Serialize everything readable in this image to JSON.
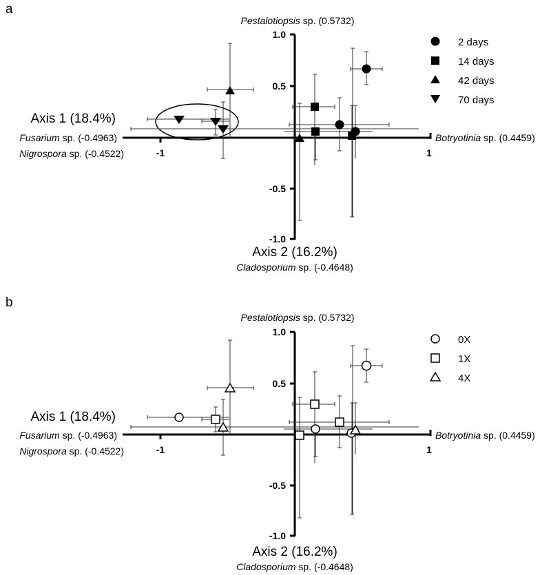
{
  "chart_data": [
    {
      "panel": "a",
      "type": "scatter",
      "title": "",
      "xlabel": "Axis 1 (18.4%)",
      "ylabel": "Axis 2 (16.2%)",
      "xlim": [
        -1,
        1
      ],
      "ylim": [
        -1,
        1
      ],
      "x_ticks": [
        "-1",
        "1"
      ],
      "y_ticks": [
        "1.0",
        "0.5",
        "-0.5",
        "-1.0"
      ],
      "grid": false,
      "legend_position": "top-right",
      "axis_annotations": {
        "top": "Pestalotiopsis sp. (0.5732)",
        "bottom": "Cladosporium sp. (-0.4648)",
        "left_1": "Fusarium sp. (-0.4963)",
        "left_2": "Nigrospora sp. (-0.4522)",
        "right": "Botryotinia sp. (0.4459)"
      },
      "annotations": [
        "ellipse grouping 70 days points"
      ],
      "series": [
        {
          "name": "2 days",
          "marker": "filled-circle",
          "points": [
            {
              "x": 0.33,
              "y": 0.12,
              "xerr": [
                0.37,
                0.37
              ],
              "yerr": [
                0.26,
                0.26
              ]
            },
            {
              "x": 0.45,
              "y": 0.06,
              "xerr": [
                0.16,
                0.16
              ],
              "yerr": [
                0.26,
                0.26
              ]
            },
            {
              "x": 0.53,
              "y": 0.67,
              "xerr": [
                0.18,
                0.18
              ],
              "yerr": [
                0.15,
                0.15
              ]
            }
          ]
        },
        {
          "name": "14 days",
          "marker": "filled-square",
          "points": [
            {
              "x": 0.15,
              "y": 0.3,
              "xerr": [
                0.17,
                0.15
              ],
              "yerr": [
                0.32,
                0.32
              ]
            },
            {
              "x": 0.15,
              "y": 0.06,
              "xerr": [
                0.43,
                0.43
              ],
              "yerr": [
                0.25,
                0.25
              ]
            },
            {
              "x": 0.42,
              "y": 0.02,
              "xerr": [
                0.13,
                0.13
              ],
              "yerr": [
                0.8,
                0.85
              ]
            }
          ]
        },
        {
          "name": "42 days",
          "marker": "filled-triangle-up",
          "points": [
            {
              "x": -0.48,
              "y": 0.45,
              "xerr": [
                0.17,
                0.17
              ],
              "yerr": [
                0.45,
                0.45
              ]
            },
            {
              "x": 0.04,
              "y": 0.0,
              "xerr": [
                0.0,
                0.0
              ],
              "yerr": [
                0.37,
                0.37
              ]
            }
          ]
        },
        {
          "name": "70 days",
          "marker": "filled-triangle-down",
          "points": [
            {
              "x": -0.86,
              "y": 0.18,
              "xerr": [
                0.24,
                0.24
              ],
              "yerr": [
                0.0,
                0.0
              ]
            },
            {
              "x": -0.59,
              "y": 0.16,
              "xerr": [
                0.1,
                0.1
              ],
              "yerr": [
                0.12,
                0.12
              ]
            },
            {
              "x": -0.53,
              "y": 0.09,
              "xerr": [
                1.2,
                1.2
              ],
              "yerr": [
                0.26,
                0.26
              ]
            }
          ]
        }
      ]
    },
    {
      "panel": "b",
      "type": "scatter",
      "title": "",
      "xlabel": "Axis 1 (18.4%)",
      "ylabel": "Axis 2 (16.2%)",
      "xlim": [
        -1,
        1
      ],
      "ylim": [
        -1,
        1
      ],
      "x_ticks": [
        "-1",
        "1"
      ],
      "y_ticks": [
        "1.0",
        "0.5",
        "-0.5",
        "-1.0"
      ],
      "grid": false,
      "legend_position": "top-right",
      "axis_annotations": {
        "top": "Pestalotiopsis sp. (0.5732)",
        "bottom": "Cladosporium sp. (-0.4648)",
        "left_1": "Fusarium sp. (-0.4963)",
        "left_2": "Nigrospora sp. (-0.4522)",
        "right": "Botryotinia sp. (0.4459)"
      },
      "series": [
        {
          "name": "0X",
          "marker": "open-circle",
          "points": [
            {
              "x": -0.86,
              "y": 0.18,
              "xerr": [
                0.24,
                0.24
              ],
              "yerr": [
                0.0,
                0.0
              ]
            },
            {
              "x": 0.15,
              "y": 0.06,
              "xerr": [
                0.43,
                0.43
              ],
              "yerr": [
                0.25,
                0.25
              ]
            },
            {
              "x": 0.42,
              "y": 0.02,
              "xerr": [
                0.13,
                0.13
              ],
              "yerr": [
                0.8,
                0.85
              ]
            },
            {
              "x": 0.53,
              "y": 0.67,
              "xerr": [
                0.18,
                0.18
              ],
              "yerr": [
                0.15,
                0.15
              ]
            }
          ]
        },
        {
          "name": "1X",
          "marker": "open-square",
          "points": [
            {
              "x": -0.59,
              "y": 0.16,
              "xerr": [
                0.1,
                0.1
              ],
              "yerr": [
                0.12,
                0.12
              ]
            },
            {
              "x": 0.04,
              "y": 0.0,
              "xerr": [
                0.0,
                0.0
              ],
              "yerr": [
                0.37,
                0.37
              ]
            },
            {
              "x": 0.15,
              "y": 0.3,
              "xerr": [
                0.17,
                0.15
              ],
              "yerr": [
                0.32,
                0.32
              ]
            },
            {
              "x": 0.33,
              "y": 0.12,
              "xerr": [
                0.37,
                0.37
              ],
              "yerr": [
                0.26,
                0.26
              ]
            }
          ]
        },
        {
          "name": "4X",
          "marker": "open-triangle-up",
          "points": [
            {
              "x": -0.53,
              "y": 0.09,
              "xerr": [
                1.2,
                1.2
              ],
              "yerr": [
                0.26,
                0.26
              ]
            },
            {
              "x": -0.48,
              "y": 0.45,
              "xerr": [
                0.17,
                0.17
              ],
              "yerr": [
                0.45,
                0.45
              ]
            },
            {
              "x": 0.45,
              "y": 0.06,
              "xerr": [
                0.16,
                0.16
              ],
              "yerr": [
                0.26,
                0.26
              ]
            }
          ]
        }
      ]
    }
  ],
  "panels": {
    "a": {
      "letter": "a",
      "top_label_italic": "Pestalotiopsis",
      "top_label_rest": " sp. (0.5732)",
      "bottom_label_italic": "Cladosporium",
      "bottom_label_rest": " sp. (-0.4648)",
      "left1_italic": "Fusarium",
      "left1_rest": " sp. (-0.4963)",
      "left2_italic": "Nigrospora",
      "left2_rest": " sp. (-0.4522)",
      "right_italic": "Botryotinia",
      "right_rest": " sp. (0.4459)",
      "axis1": "Axis 1 (18.4%)",
      "axis2": "Axis 2 (16.2%)",
      "ticks": {
        "y1": "1.0",
        "y05": "0.5",
        "yn05": "-0.5",
        "yn1": "-1.0",
        "xn1": "-1",
        "x1": "1"
      },
      "legend": [
        "2 days",
        "14 days",
        "42 days",
        "70 days"
      ]
    },
    "b": {
      "letter": "b",
      "top_label_italic": "Pestalotiopsis",
      "top_label_rest": " sp. (0.5732)",
      "bottom_label_italic": "Cladosporium",
      "bottom_label_rest": " sp. (-0.4648)",
      "left1_italic": "Fusarium",
      "left1_rest": " sp. (-0.4963)",
      "left2_italic": "Nigrospora",
      "left2_rest": " sp. (-0.4522)",
      "right_italic": "Botryotinia",
      "right_rest": " sp. (0.4459)",
      "axis1": "Axis 1 (18.4%)",
      "axis2": "Axis 2 (16.2%)",
      "ticks": {
        "y1": "1.0",
        "y05": "0.5",
        "yn05": "-0.5",
        "yn1": "-1.0",
        "xn1": "-1",
        "x1": "1"
      },
      "legend": [
        "0X",
        "1X",
        "4X"
      ]
    }
  }
}
